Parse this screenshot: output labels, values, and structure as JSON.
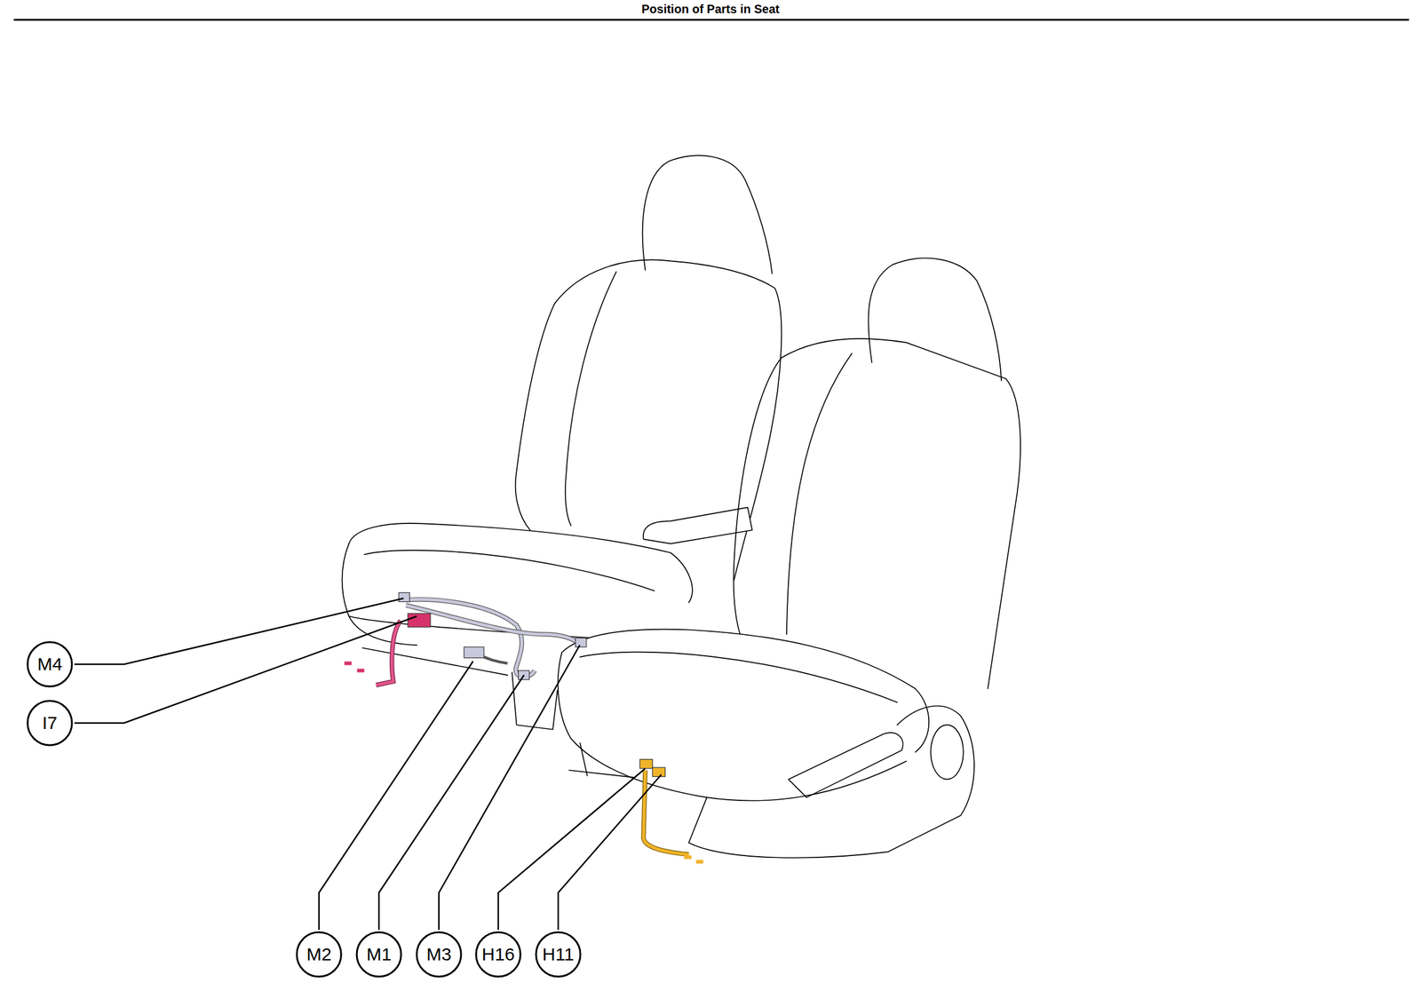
{
  "diagram": {
    "title": "Position of Parts in Seat",
    "nodes": [
      {
        "text": [
          "M4"
        ]
      },
      {
        "text": [
          "I7"
        ]
      },
      {
        "text": [
          "M2"
        ]
      },
      {
        "text": [
          "M1"
        ]
      },
      {
        "text": [
          "M3"
        ]
      },
      {
        "text": [
          "H16"
        ]
      },
      {
        "text": [
          "H11"
        ]
      }
    ]
  }
}
